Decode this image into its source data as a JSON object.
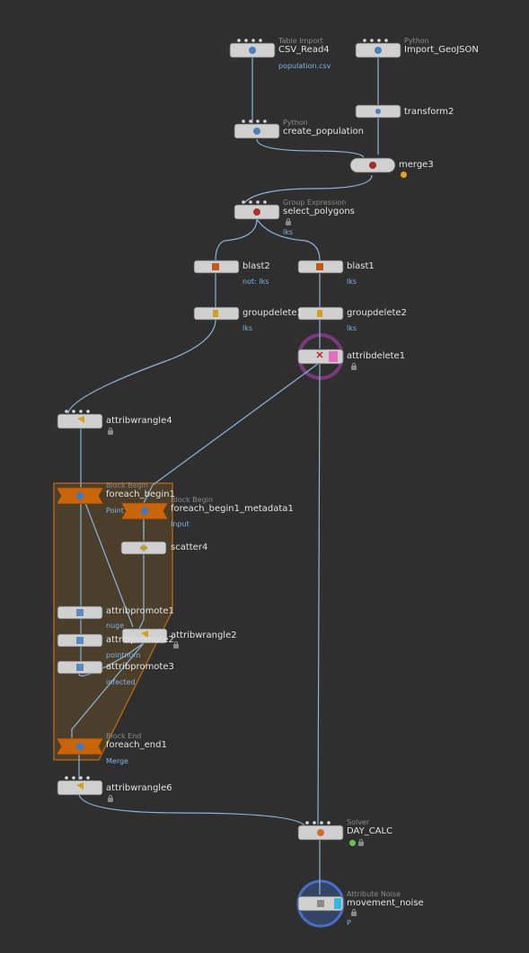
{
  "nodes": {
    "csv_read4": {
      "type": "Table Import",
      "name": "CSV_Read4",
      "sub": "population.csv"
    },
    "import_geojson": {
      "type": "Python",
      "name": "Import_GeoJSON"
    },
    "transform2": {
      "name": "transform2"
    },
    "create_population": {
      "type": "Python",
      "name": "create_population"
    },
    "merge3": {
      "name": "merge3"
    },
    "select_polygons": {
      "type": "Group Expression",
      "name": "select_polygons",
      "sub": "lks"
    },
    "blast2": {
      "name": "blast2",
      "sub": "not: lks"
    },
    "blast1": {
      "name": "blast1",
      "sub": "lks"
    },
    "groupdelete1": {
      "name": "groupdelete1",
      "sub": "lks"
    },
    "groupdelete2": {
      "name": "groupdelete2",
      "sub": "lks"
    },
    "attribdelete1": {
      "name": "attribdelete1"
    },
    "attribwrangle4": {
      "name": "attribwrangle4"
    },
    "foreach_begin1": {
      "type": "Block Begin",
      "name": "foreach_begin1",
      "sub": "Point"
    },
    "foreach_begin1_metadata1": {
      "type": "Block Begin",
      "name": "foreach_begin1_metadata1",
      "sub": "Input"
    },
    "scatter4": {
      "name": "scatter4"
    },
    "attribpromote1": {
      "name": "attribpromote1",
      "sub": "nuge"
    },
    "attribpromote2": {
      "name": "attribpromote2",
      "sub": "pointnum"
    },
    "attribwrangle2": {
      "name": "attribwrangle2"
    },
    "attribpromote3": {
      "name": "attribpromote3",
      "sub": "infected"
    },
    "foreach_end1": {
      "type": "Block End",
      "name": "foreach_end1",
      "sub": "Merge"
    },
    "attribwrangle6": {
      "name": "attribwrangle6"
    },
    "day_calc": {
      "type": "Solver",
      "name": "DAY_CALC"
    },
    "movement_noise": {
      "type": "Attribute Noise",
      "name": "movement_noise",
      "sub": "P"
    }
  },
  "colors": {
    "background": "#2f2f2f",
    "wire": "#8fb4dc",
    "node_body": "#d0d0d0",
    "block_frame": "#a86418",
    "block_node": "#c8640a",
    "bypass_ring": "#7a3a78",
    "display_ring": "#3a60c0",
    "subtext": "#7fb3e3",
    "typetext": "#8a8a8a"
  }
}
